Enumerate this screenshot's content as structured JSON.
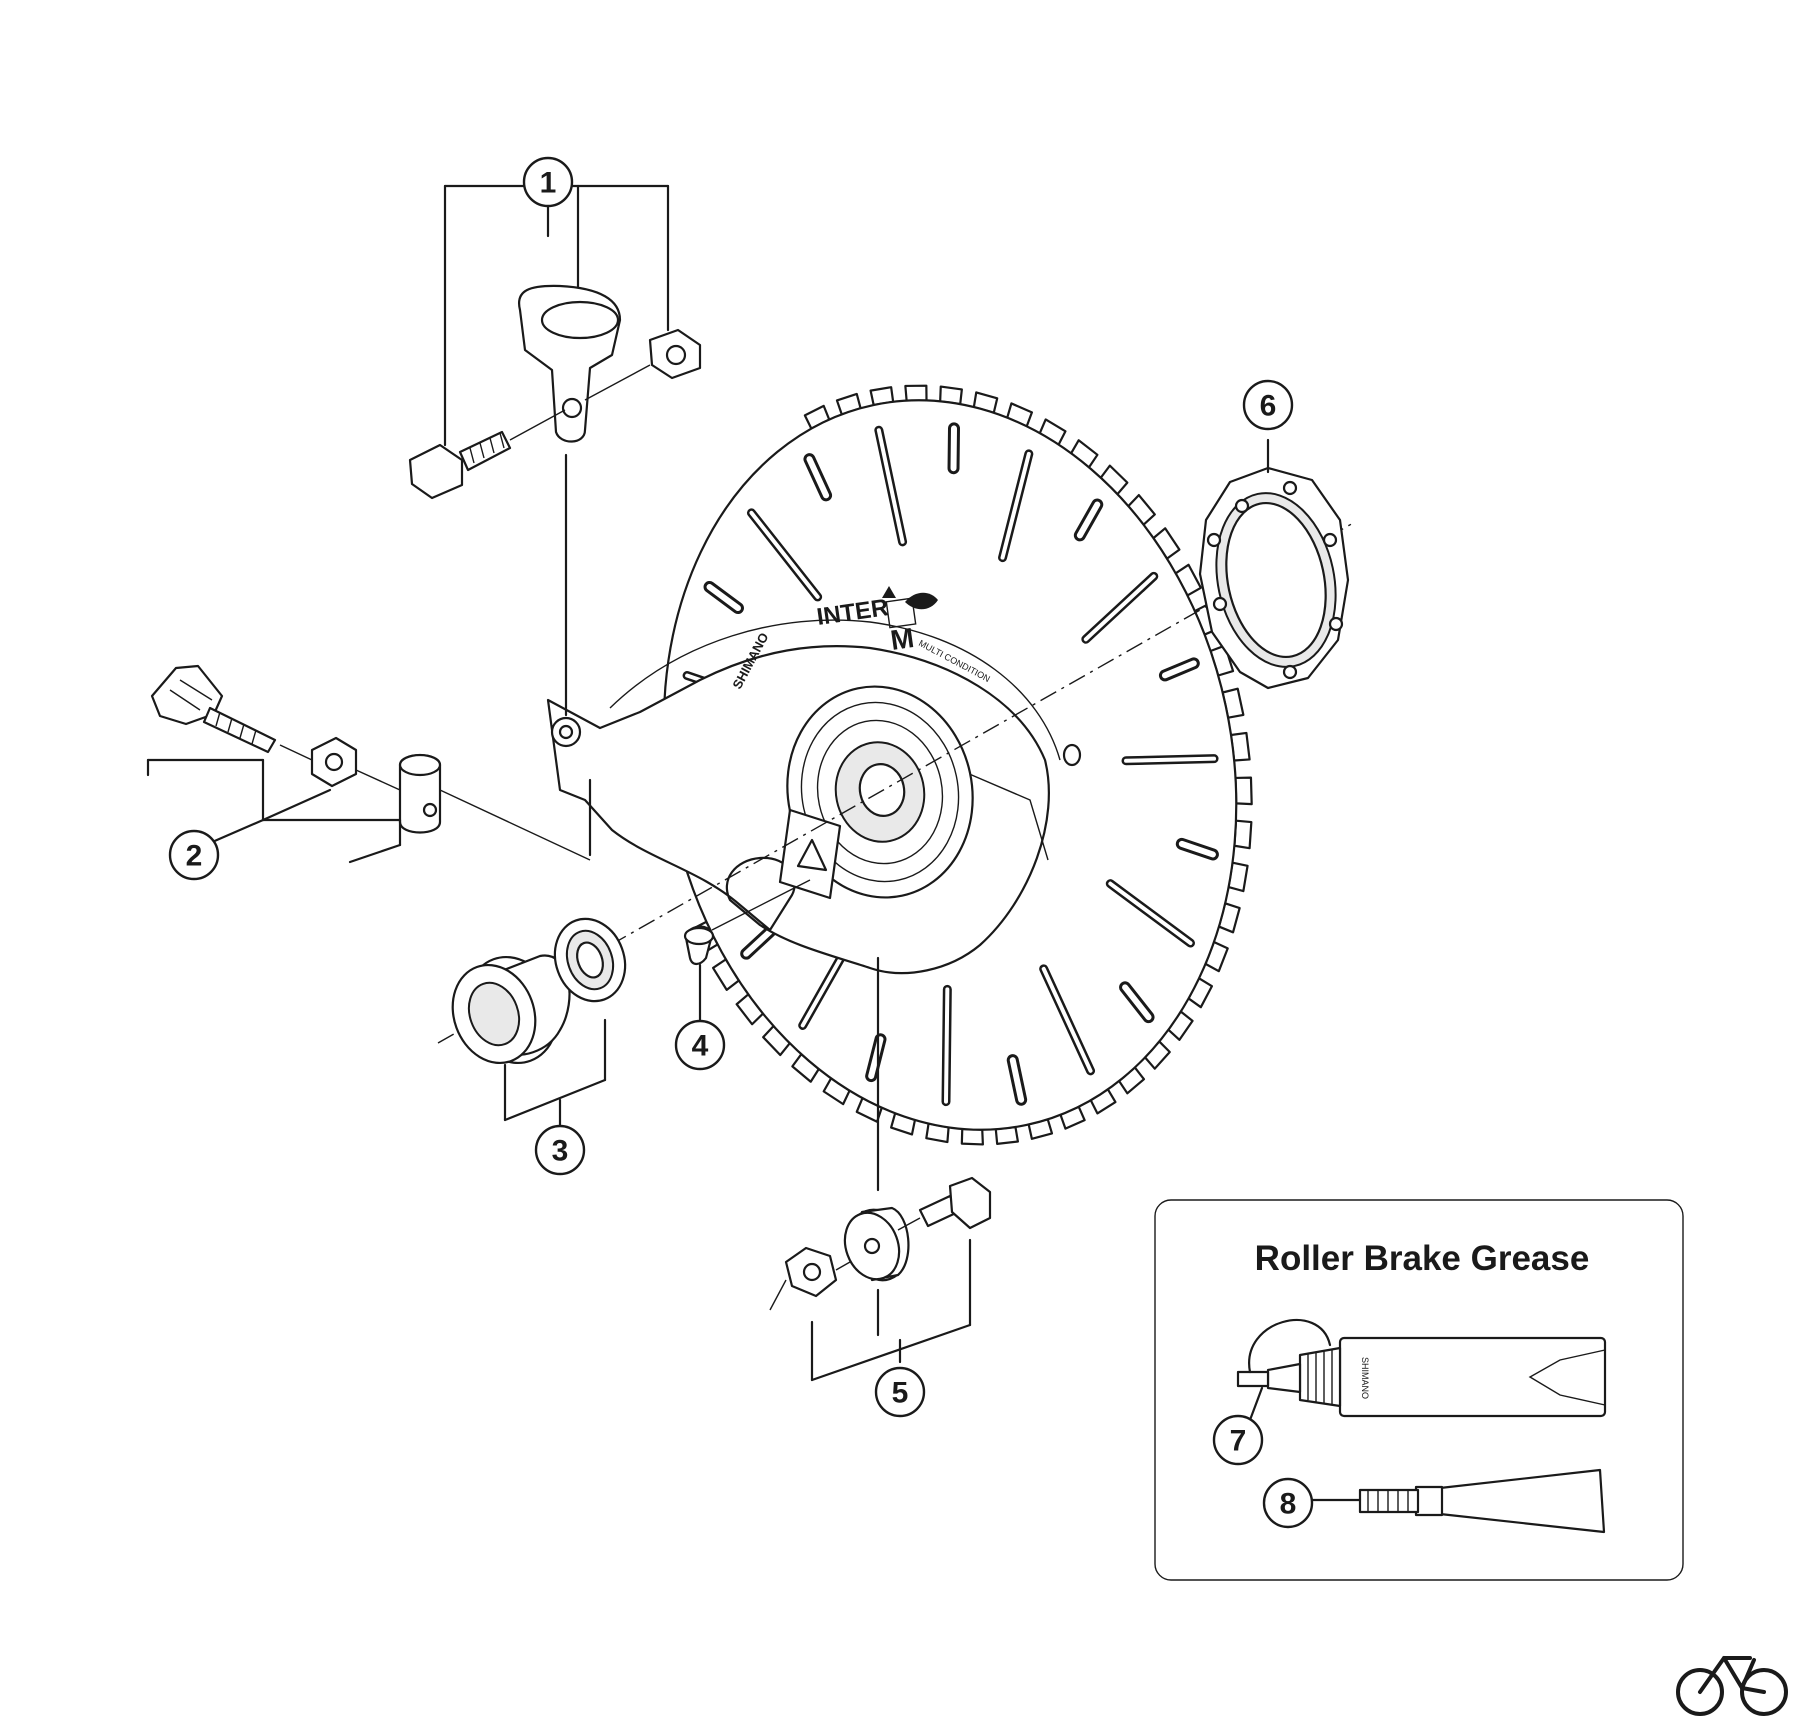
{
  "callouts": [
    "1",
    "2",
    "3",
    "4",
    "5",
    "6",
    "7",
    "8"
  ],
  "grease_box": {
    "title": "Roller Brake Grease"
  },
  "drum": {
    "brand_text": "INTER",
    "badge_text": "M",
    "sub_text": "MULTI CONDITION",
    "maker_text": "SHIMANO",
    "tube_text": "SHIMANO"
  },
  "icons": {
    "watermark": "bicycle-icon"
  },
  "colors": {
    "line": "#1a1a1a",
    "background": "#ffffff"
  }
}
